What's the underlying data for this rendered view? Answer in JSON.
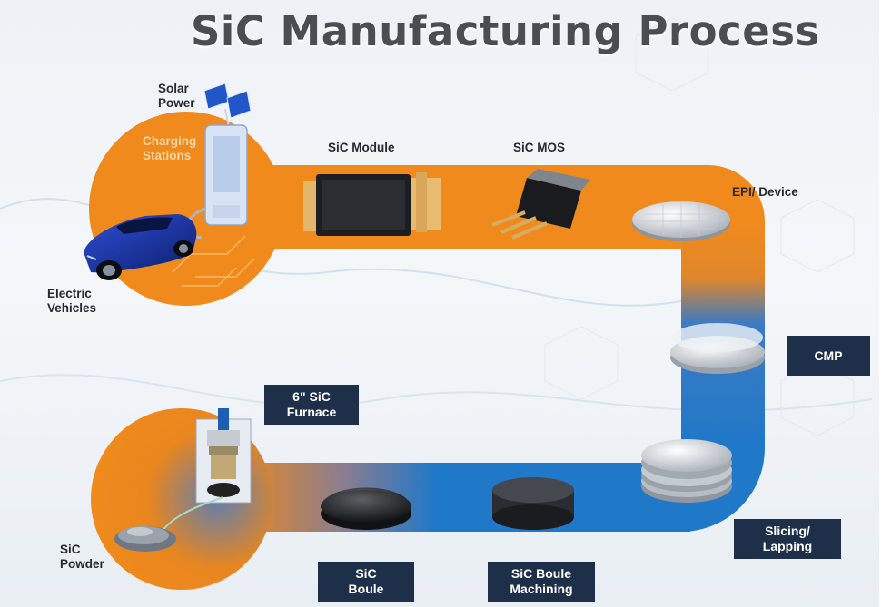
{
  "title": "SiC Manufacturing Process",
  "labels": {
    "solar_power": "Solar\nPower",
    "charging_stations": "Charging\nStations",
    "electric_vehicles": "Electric\nVehicles",
    "sic_module": "SiC Module",
    "sic_mos": "SiC MOS",
    "epi_device": "EPI/ Device",
    "cmp": "CMP",
    "slicing_lapping": "Slicing/\nLapping",
    "sic_boule_machining": "SiC Boule\nMachining",
    "sic_boule": "SiC\nBoule",
    "furnace": "6\" SiC\nFurnace",
    "sic_powder": "SiC\nPowder"
  },
  "colors": {
    "orange": "#f08a1c",
    "blue": "#1f78c8",
    "navy_box": "#1e2f4a",
    "title": "#4a4d52"
  }
}
